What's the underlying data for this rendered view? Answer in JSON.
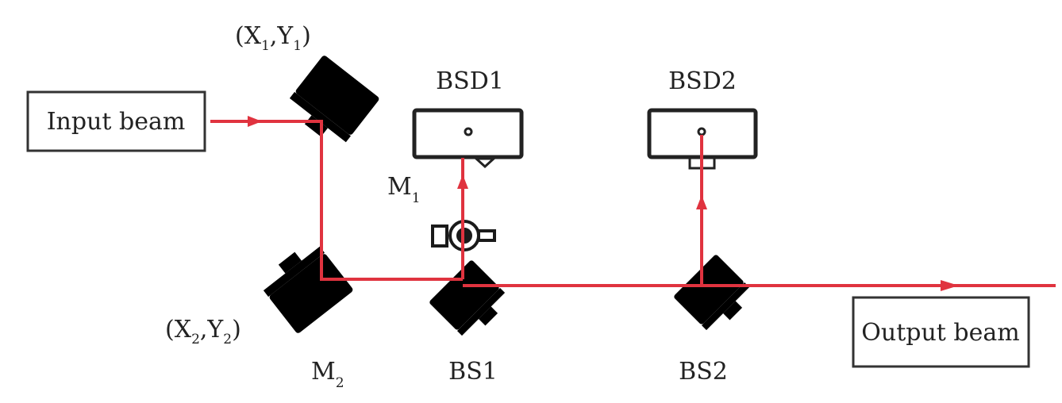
{
  "labels": {
    "input_beam": "Input beam",
    "output_beam": "Output beam",
    "bsd1": "BSD1",
    "bsd2": "BSD2",
    "bs1": "BS1",
    "bs2": "BS2",
    "m1": "M",
    "m1_sub": "1",
    "m2": "M",
    "m2_sub": "2",
    "xy1": {
      "open": "(X",
      "sub1": "1",
      "mid": ",Y",
      "sub2": "1",
      "close": ")"
    },
    "xy2": {
      "open": "(X",
      "sub1": "2",
      "mid": ",Y",
      "sub2": "2",
      "close": ")"
    }
  },
  "colors": {
    "beam": "#e0333f",
    "outline": "#1a1a1a"
  }
}
